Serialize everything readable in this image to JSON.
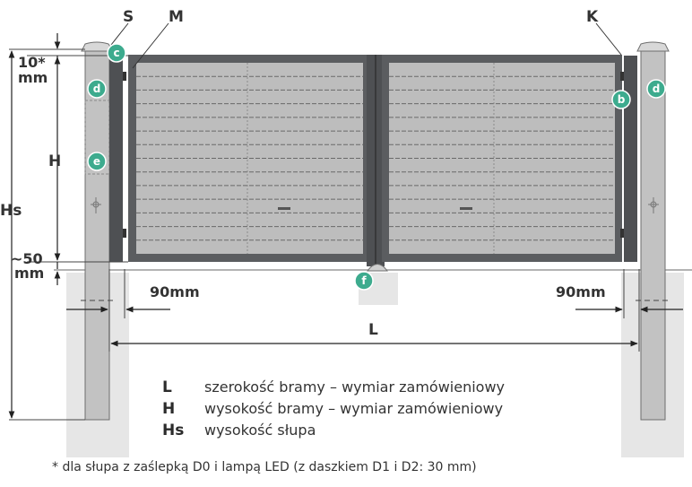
{
  "labels": {
    "s": "S",
    "m": "M",
    "k": "K",
    "top_gap": "10*",
    "top_gap_unit": "mm",
    "h": "H",
    "hs": "Hs",
    "bottom_gap": "~50",
    "bottom_gap_unit": "mm",
    "left_offset": "90mm",
    "right_offset": "90mm",
    "l": "L"
  },
  "badges": {
    "c": "c",
    "d_left": "d",
    "d_right": "d",
    "e": "e",
    "b": "b",
    "f": "f"
  },
  "legend": [
    {
      "key": "L",
      "text": "szerokość bramy – wymiar zamówieniowy"
    },
    {
      "key": "H",
      "text": "wysokość bramy – wymiar zamówieniowy"
    },
    {
      "key": "Hs",
      "text": "wysokość słupa"
    }
  ],
  "footnote": "* dla słupa z zaślepką D0 i lampą LED (z daszkiem D1 i D2: 30 mm)",
  "colors": {
    "post": "#c2c2c2",
    "post_edge": "#6f6f6f",
    "frame": "#5b5d60",
    "infill": "#bdbdbd",
    "slat_line": "#6a6a6a",
    "foundation": "#e6e6e6",
    "badge": "#3dab8e",
    "dim_line": "#222222"
  }
}
